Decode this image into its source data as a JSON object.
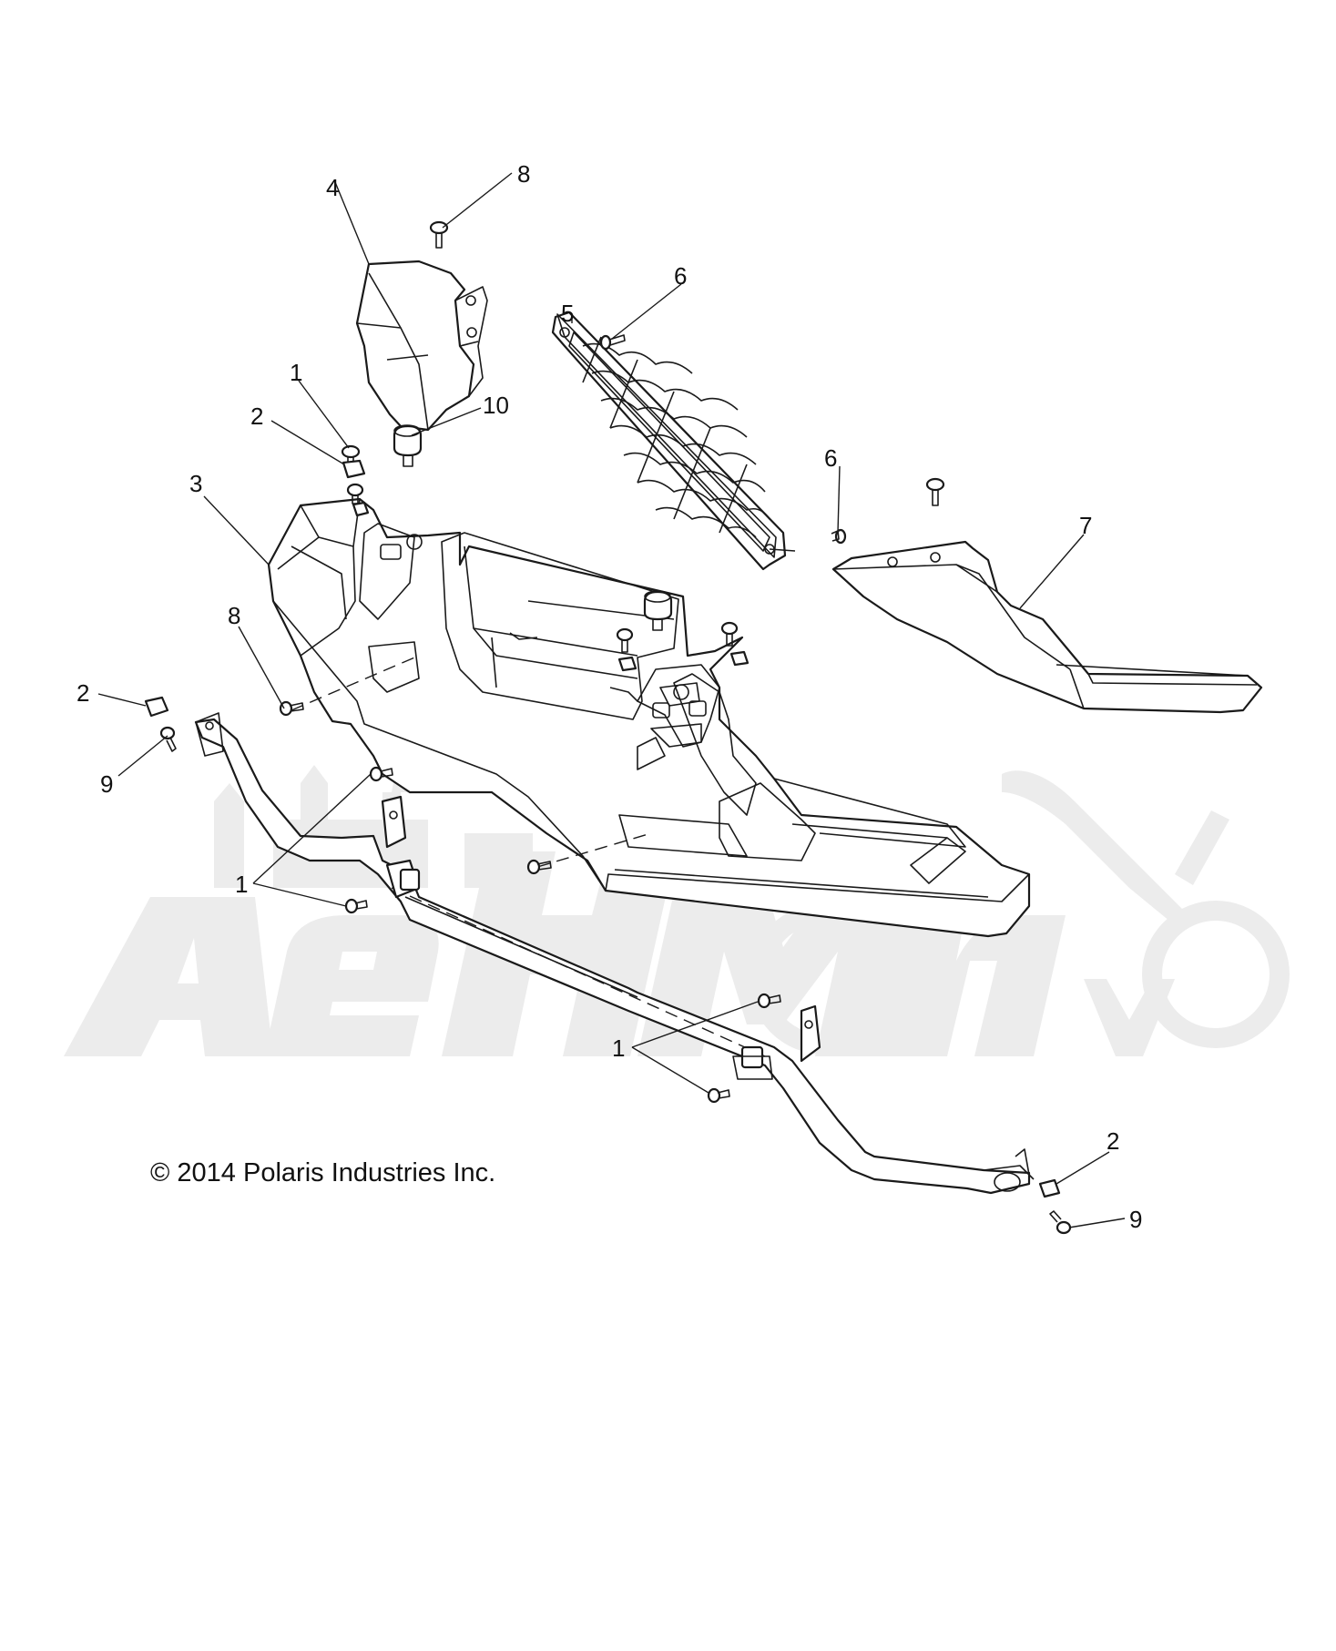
{
  "copyright": "© 2014 Polaris Industries Inc.",
  "watermark": {
    "text": "AehMoto",
    "color": "#ececec"
  },
  "callouts": {
    "c1a": "1",
    "c1b": "1",
    "c1c": "1",
    "c2a": "2",
    "c2b": "2",
    "c2c": "2",
    "c3": "3",
    "c4": "4",
    "c5": "5",
    "c6a": "6",
    "c6b": "6",
    "c7": "7",
    "c8a": "8",
    "c8b": "8",
    "c9a": "9",
    "c9b": "9",
    "c10": "10"
  },
  "colors": {
    "line": "#1a1a1a",
    "background": "#ffffff"
  }
}
